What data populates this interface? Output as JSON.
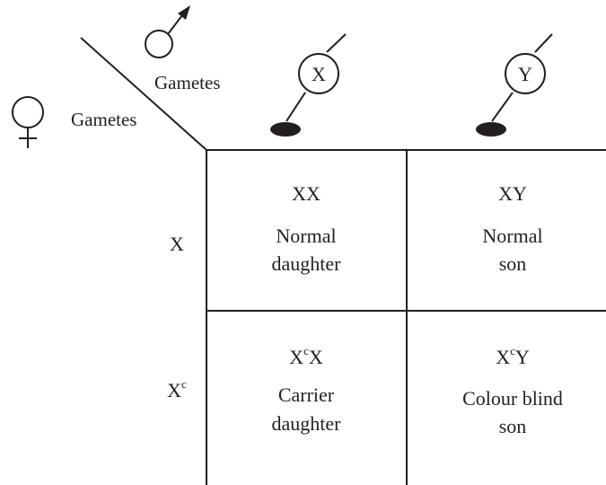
{
  "male_gametes_label": "Gametes",
  "female_gametes_label": "Gametes",
  "male_gametes": [
    "X",
    "Y"
  ],
  "female_gametes": [
    {
      "base": "X",
      "sup": ""
    },
    {
      "base": "X",
      "sup": "c"
    }
  ],
  "cells": [
    [
      {
        "genotype": [
          {
            "base": "XX",
            "sup": ""
          }
        ],
        "line1": "Normal",
        "line2": "daughter"
      },
      {
        "genotype": [
          {
            "base": "XY",
            "sup": ""
          }
        ],
        "line1": "Normal",
        "line2": "son"
      }
    ],
    [
      {
        "genotype": [
          {
            "base": "X",
            "sup": "c"
          },
          {
            "base": "X",
            "sup": ""
          }
        ],
        "line1": "Carrier",
        "line2": "daughter"
      },
      {
        "genotype": [
          {
            "base": "X",
            "sup": "c"
          },
          {
            "base": "Y",
            "sup": ""
          }
        ],
        "line1": "Colour blind",
        "line2": "son"
      }
    ]
  ]
}
